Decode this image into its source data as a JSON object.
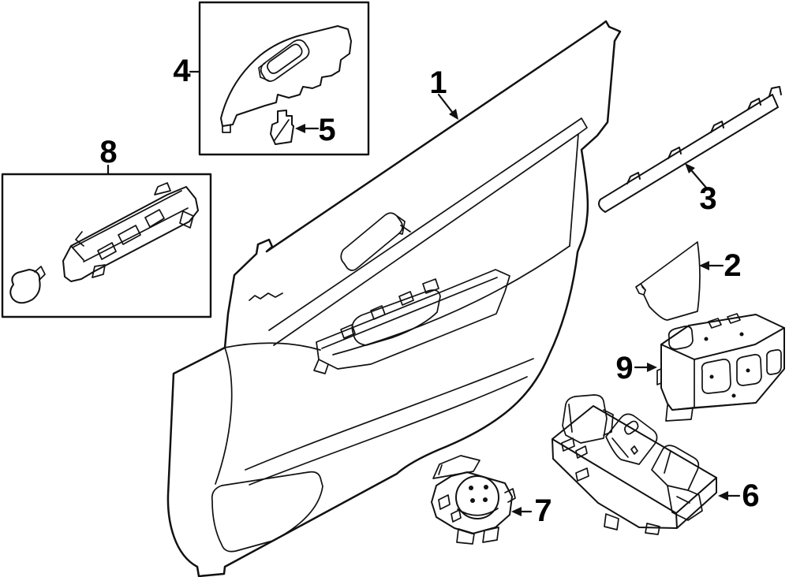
{
  "diagram": {
    "description": "Exploded parts line diagram of a front door interior trim panel with numbered callouts",
    "background_color": "#ffffff",
    "line_color": "#111111",
    "callouts": [
      {
        "label": "1"
      },
      {
        "label": "2"
      },
      {
        "label": "3"
      },
      {
        "label": "4"
      },
      {
        "label": "5"
      },
      {
        "label": "6"
      },
      {
        "label": "7"
      },
      {
        "label": "8"
      },
      {
        "label": "9"
      }
    ]
  }
}
